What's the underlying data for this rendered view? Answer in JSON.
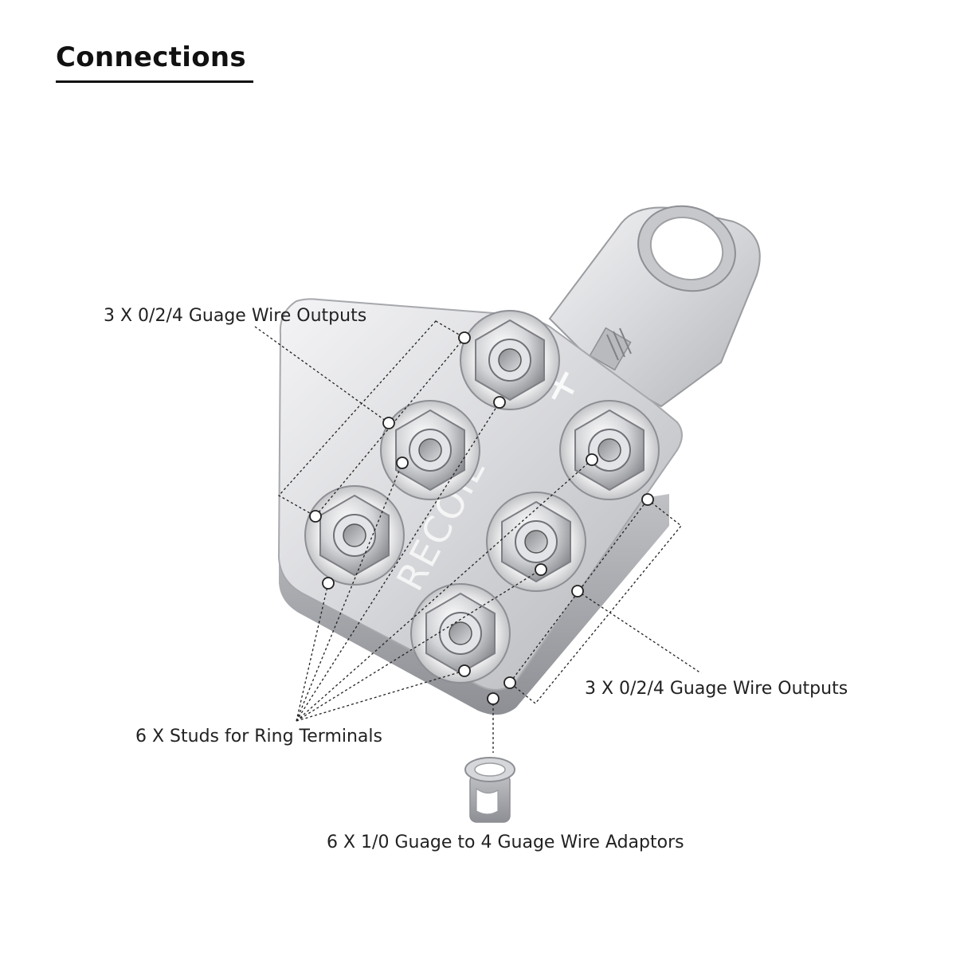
{
  "title": "Connections",
  "callouts": {
    "top_outputs": "3 X 0/2/4 Guage Wire Outputs",
    "bottom_outputs": "3 X 0/2/4 Guage Wire Outputs",
    "studs": "6 X Studs for Ring Terminals",
    "adaptors": "6 X 1/0 Guage to 4 Guage Wire Adaptors"
  },
  "product": {
    "logo_text": "RECOIL",
    "polarity_mark": "+"
  },
  "colors": {
    "background": "#ffffff",
    "text": "#222222",
    "metal_light": "#e9e9ec",
    "metal_mid": "#c6c7cb",
    "metal_dark": "#8d8f94"
  }
}
